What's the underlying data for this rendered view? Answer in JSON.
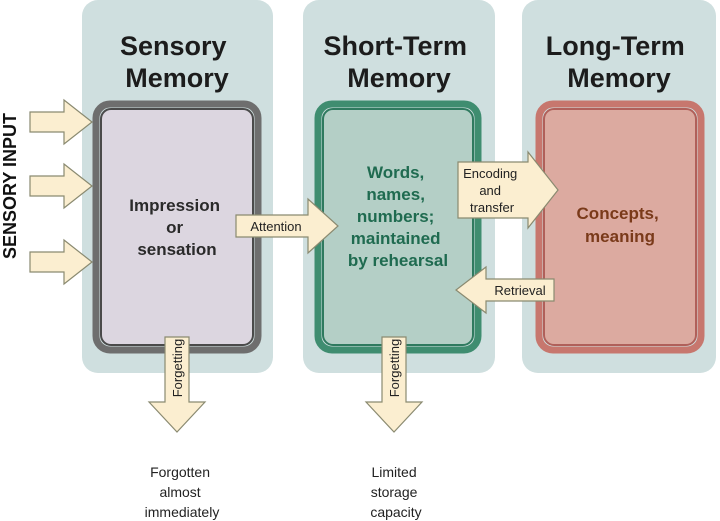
{
  "side_label": "SENSORY INPUT",
  "panels": [
    {
      "title_lines": [
        "Sensory",
        "Memory"
      ],
      "content_lines": [
        "Impression",
        "or",
        "sensation"
      ],
      "content_color": "#2a2a2a",
      "box_fill": "#dcd6e0",
      "box_stroke": "#4a4a4a"
    },
    {
      "title_lines": [
        "Short-Term",
        "Memory"
      ],
      "content_lines": [
        "Words,",
        "names,",
        "numbers;",
        "maintained",
        "by rehearsal"
      ],
      "content_color": "#1f6b50",
      "box_fill": "#b4cfc6",
      "box_stroke": "#2f7a5f"
    },
    {
      "title_lines": [
        "Long-Term",
        "Memory"
      ],
      "content_lines": [
        "Concepts,",
        "meaning"
      ],
      "content_color": "#7a3a1a",
      "box_fill": "#dcaaa0",
      "box_stroke": "#b0605a"
    }
  ],
  "arrows": {
    "attention": "Attention",
    "encoding_lines": [
      "Encoding",
      "and",
      "transfer"
    ],
    "retrieval": "Retrieval",
    "forgetting": "Forgetting"
  },
  "outcomes": [
    [
      "Forgotten",
      "almost",
      "immediately"
    ],
    [
      "Limited",
      "storage",
      "capacity"
    ]
  ],
  "colors": {
    "panel_bg": "#cfdfdf",
    "arrow_fill": "#fbeed0",
    "arrow_stroke": "#8a8a70"
  }
}
